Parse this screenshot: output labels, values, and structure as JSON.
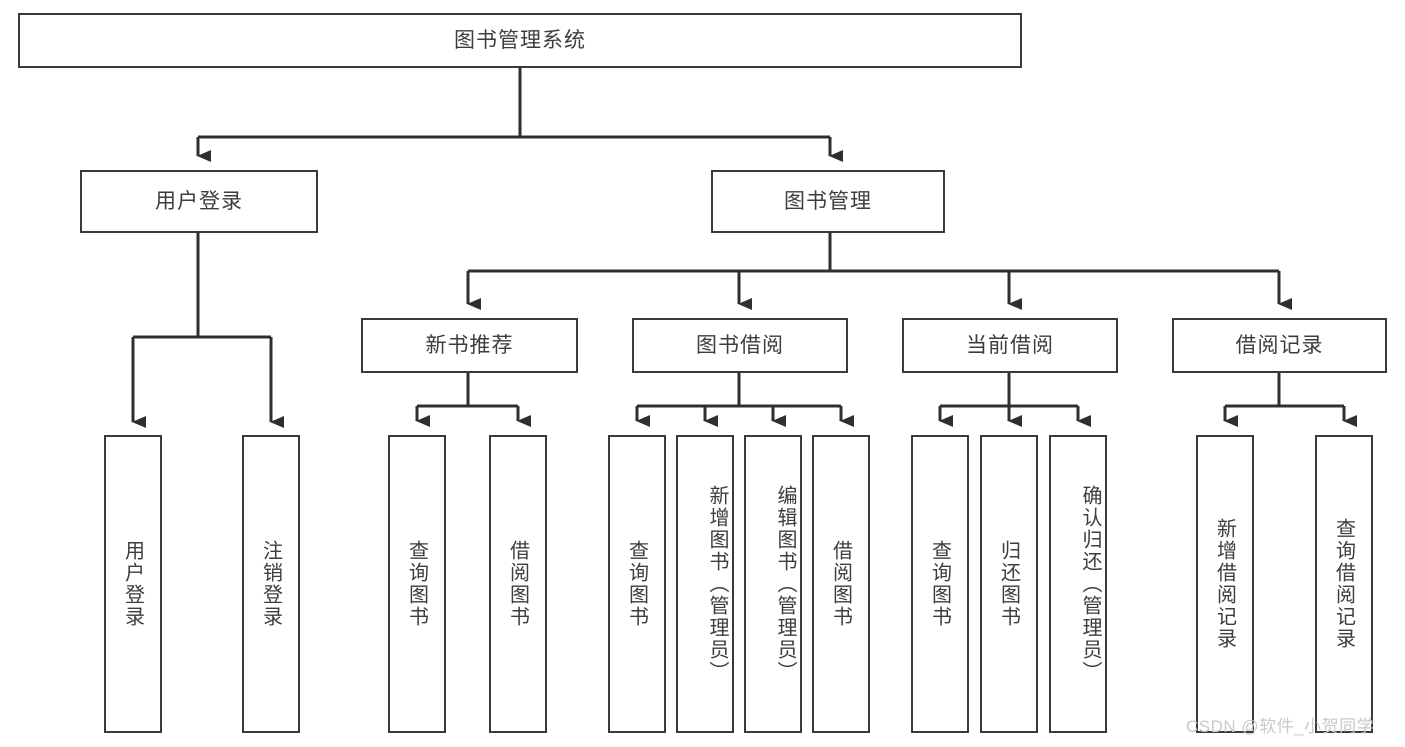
{
  "diagram": {
    "type": "hierarchy-tree",
    "title": "图书管理系统",
    "watermark": "CSDN @软件_小贺同学",
    "colors": {
      "box_border": "#3a3a3a",
      "box_fill": "#ffffff",
      "connector": "#2f2f2f",
      "text": "#3d3d3d",
      "watermark": "#c9c9c9",
      "background": "#ffffff"
    },
    "root": {
      "id": "root",
      "label": "图书管理系统",
      "orientation": "horizontal"
    },
    "level1": [
      {
        "id": "user-login",
        "label": "用户登录",
        "orientation": "horizontal"
      },
      {
        "id": "book-manage",
        "label": "图书管理",
        "orientation": "horizontal"
      }
    ],
    "level2": [
      {
        "id": "new-book-rec",
        "label": "新书推荐",
        "orientation": "horizontal",
        "parent": "book-manage"
      },
      {
        "id": "book-borrow",
        "label": "图书借阅",
        "orientation": "horizontal",
        "parent": "book-manage"
      },
      {
        "id": "current-borrow",
        "label": "当前借阅",
        "orientation": "horizontal",
        "parent": "book-manage"
      },
      {
        "id": "borrow-record",
        "label": "借阅记录",
        "orientation": "horizontal",
        "parent": "book-manage"
      }
    ],
    "leaves": [
      {
        "id": "leaf-user-login",
        "label": "用户登录",
        "parent": "user-login",
        "orientation": "vertical"
      },
      {
        "id": "leaf-logout-login",
        "label": "注销登录",
        "parent": "user-login",
        "orientation": "vertical"
      },
      {
        "id": "leaf-query-book-1",
        "label": "查询图书",
        "parent": "new-book-rec",
        "orientation": "vertical"
      },
      {
        "id": "leaf-borrow-book-1",
        "label": "借阅图书",
        "parent": "new-book-rec",
        "orientation": "vertical"
      },
      {
        "id": "leaf-query-book-2",
        "label": "查询图书",
        "parent": "book-borrow",
        "orientation": "vertical"
      },
      {
        "id": "leaf-add-book",
        "label": "新增图书（管理员）",
        "parent": "book-borrow",
        "orientation": "vertical"
      },
      {
        "id": "leaf-edit-book",
        "label": "编辑图书（管理员）",
        "parent": "book-borrow",
        "orientation": "vertical"
      },
      {
        "id": "leaf-borrow-book-2",
        "label": "借阅图书",
        "parent": "book-borrow",
        "orientation": "vertical"
      },
      {
        "id": "leaf-query-book-3",
        "label": "查询图书",
        "parent": "current-borrow",
        "orientation": "vertical"
      },
      {
        "id": "leaf-return-book",
        "label": "归还图书",
        "parent": "current-borrow",
        "orientation": "vertical"
      },
      {
        "id": "leaf-confirm-return",
        "label": "确认归还（管理员）",
        "parent": "current-borrow",
        "orientation": "vertical"
      },
      {
        "id": "leaf-add-record",
        "label": "新增借阅记录",
        "parent": "borrow-record",
        "orientation": "vertical"
      },
      {
        "id": "leaf-query-record",
        "label": "查询借阅记录",
        "parent": "borrow-record",
        "orientation": "vertical"
      }
    ]
  }
}
